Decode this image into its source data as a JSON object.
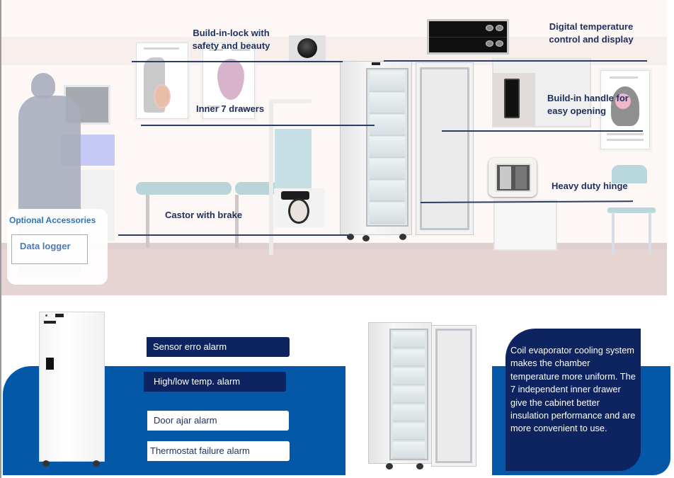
{
  "callouts": {
    "lock": "Build-in-lock with safety and beauty",
    "lock_lines": [
      "Build-in-lock with",
      "safety and beauty"
    ],
    "display_lines": [
      "Digital temperature",
      "control and display"
    ],
    "drawers": "Inner 7 drawers",
    "handle_lines": [
      "Build-in handle for",
      "easy opening"
    ],
    "hinge": "Heavy duty hinge",
    "castor": "Castor with brake"
  },
  "accessories": {
    "title": "Optional Accessories",
    "items": [
      "Data logger"
    ]
  },
  "alarms": [
    {
      "label": "Sensor erro alarm",
      "style": "dark"
    },
    {
      "label": "High/low temp. alarm",
      "style": "dark"
    },
    {
      "label": "Door ajar alarm",
      "style": "light"
    },
    {
      "label": "Thermostat failure alarm",
      "style": "light"
    }
  ],
  "description": "Coil evaporator cooling system makes the chamber temperature more uniform. The 7 independent inner drawer give the cabinet better insulation performance and are more convenient to use.",
  "product": {
    "drawer_count": 7
  },
  "colors": {
    "callout_text": "#1d2f5c",
    "dark_navy": "#0e2460",
    "brand_blue": "#0558a8",
    "accent_blue": "#2e75b6"
  }
}
